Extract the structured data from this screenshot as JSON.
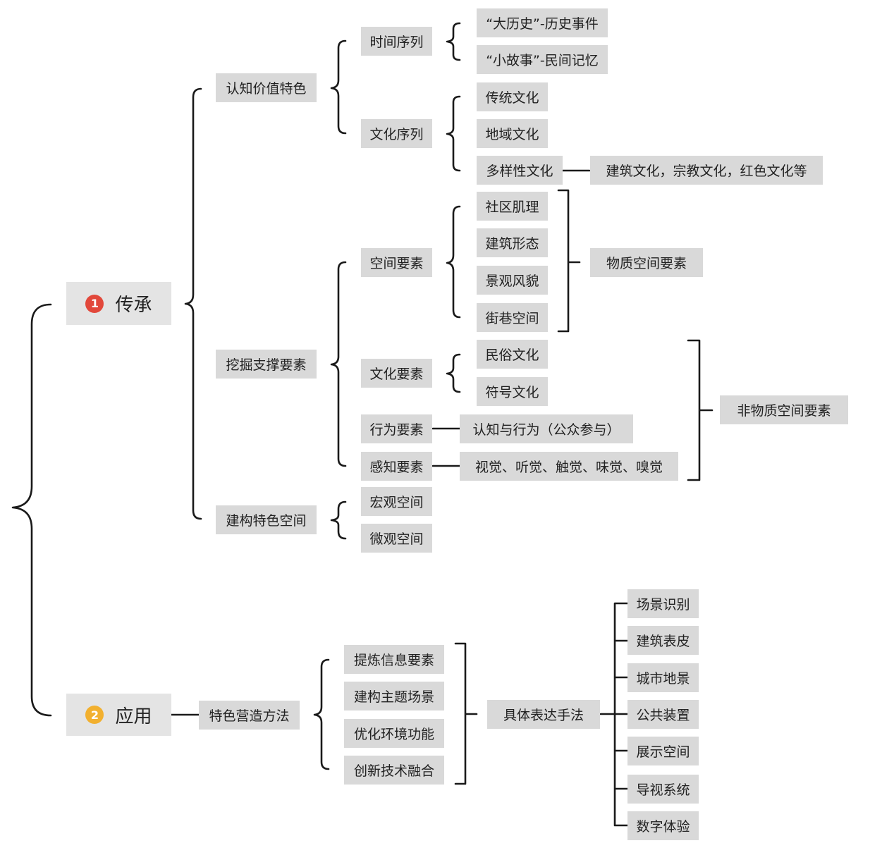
{
  "colors": {
    "badge1": "#e2483b",
    "badge2": "#f2b02f",
    "node_bg": "#d9d9d9",
    "line": "#1a1a1a"
  },
  "inherit": {
    "badge": "1",
    "label": "传承",
    "cognitive": {
      "label": "认知价值特色",
      "time_seq": {
        "label": "时间序列",
        "big_history": "“大历史”-历史事件",
        "small_story": "“小故事”-民间记忆"
      },
      "culture_seq": {
        "label": "文化序列",
        "traditional": "传统文化",
        "regional": "地域文化",
        "diversity": "多样性文化",
        "diversity_detail": "建筑文化，宗教文化，红色文化等"
      }
    },
    "support": {
      "label": "挖掘支撑要素",
      "space": {
        "label": "空间要素",
        "items": [
          "社区肌理",
          "建筑形态",
          "景观风貌",
          "街巷空间"
        ],
        "group": "物质空间要素"
      },
      "culture": {
        "label": "文化要素",
        "items": [
          "民俗文化",
          "符号文化"
        ]
      },
      "behavior": {
        "label": "行为要素",
        "detail": "认知与行为（公众参与）"
      },
      "perception": {
        "label": "感知要素",
        "detail": "视觉、听觉、触觉、味觉、嗅觉"
      },
      "nonmaterial_group": "非物质空间要素"
    },
    "construct": {
      "label": "建构特色空间",
      "macro": "宏观空间",
      "micro": "微观空间"
    }
  },
  "apply": {
    "badge": "2",
    "label": "应用",
    "method": {
      "label": "特色营造方法",
      "steps": [
        "提炼信息要素",
        "建构主题场景",
        "优化环境功能",
        "创新技术融合"
      ],
      "expression": {
        "label": "具体表达手法",
        "items": [
          "场景识别",
          "建筑表皮",
          "城市地景",
          "公共装置",
          "展示空间",
          "导视系统",
          "数字体验"
        ]
      }
    }
  }
}
